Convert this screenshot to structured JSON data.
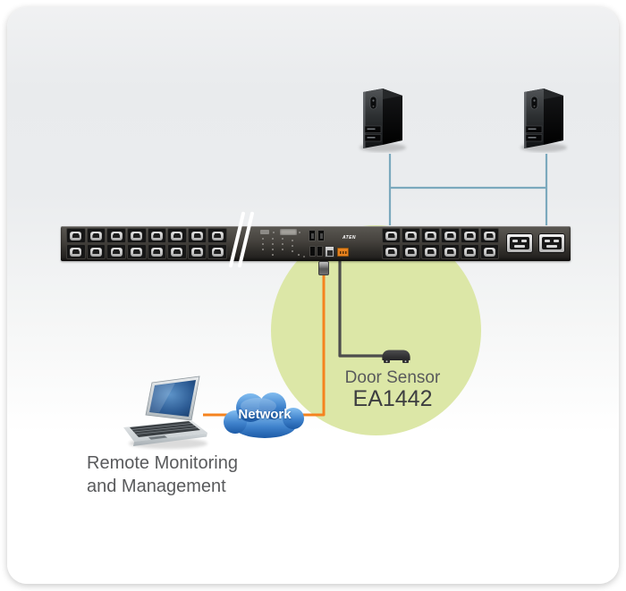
{
  "diagram": {
    "brand": "ATEN",
    "labels": {
      "door_sensor": "Door Sensor",
      "model": "EA1442",
      "network": "Network",
      "remote_line1": "Remote Monitoring",
      "remote_line2": "and Management"
    },
    "pdu": {
      "left_outlet_bank": {
        "columns": 8,
        "rows": 2
      },
      "right_outlet_bank": {
        "columns": 6,
        "rows": 2
      },
      "c19_outlet_count": 2
    },
    "colors": {
      "highlight_circle": "#dce7a7",
      "cable_orange": "#f5831f",
      "cable_sensor": "#4d4d4d",
      "link_blue": "#7ba9bd",
      "label_text": "#595a5c",
      "model_text": "#3d3e40"
    }
  }
}
